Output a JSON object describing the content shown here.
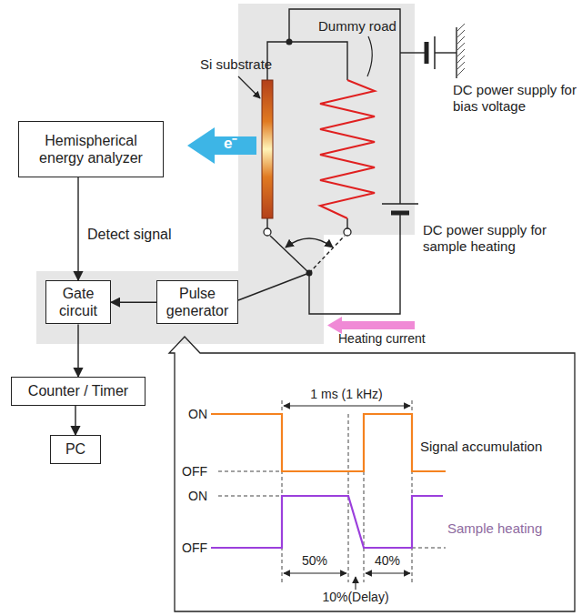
{
  "diagram": {
    "nodes": [
      {
        "text": [
          "Hemispherical energy analyzer"
        ]
      },
      {
        "text": [
          "Gate circuit"
        ]
      },
      {
        "text": [
          "Pulse generator"
        ]
      },
      {
        "text": [
          "Counter / Timer"
        ]
      },
      {
        "text": [
          "PC"
        ]
      }
    ],
    "edges": [
      {
        "from": 0,
        "to": 1,
        "arrow": "to",
        "label": "Detect signal"
      },
      {
        "from": 2,
        "to": 1,
        "arrow": "to"
      },
      {
        "from": 1,
        "to": 3,
        "arrow": "to"
      },
      {
        "from": 3,
        "to": 4,
        "arrow": "to"
      }
    ],
    "labels": [
      "Dummy road",
      "Si substrate",
      "e⁻",
      "DC power supply for bias voltage",
      "DC power supply for sample heating",
      "Heating current",
      "1 ms (1 kHz)",
      "ON",
      "OFF",
      "Signal accumulation",
      "ON",
      "OFF",
      "Sample heating",
      "50%",
      "40%",
      "10%(Delay)"
    ]
  }
}
